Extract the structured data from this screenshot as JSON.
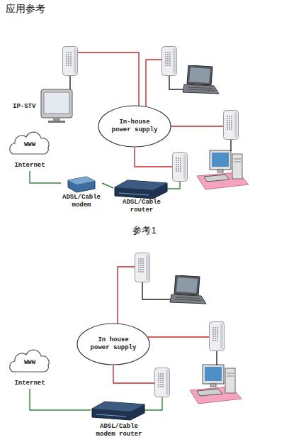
{
  "diagram": {
    "title": "应用参考",
    "caption": "参考1",
    "nodes": [
      {
        "text": [
          "IP-STV"
        ]
      },
      {
        "text": [
          "In-house power supply"
        ]
      },
      {
        "text": [
          "WWW",
          "Internet"
        ]
      },
      {
        "text": [
          "ADSL/Cable modem"
        ]
      },
      {
        "text": [
          "ADSL/Cable router"
        ]
      },
      {
        "text": [
          "In house power supply"
        ]
      },
      {
        "text": [
          "WWW",
          "Internet"
        ]
      },
      {
        "text": [
          "ADSL/Cable modem router"
        ]
      }
    ],
    "edges": [
      {
        "from": 2,
        "to": 3,
        "arrow": "none"
      },
      {
        "from": 3,
        "to": 4,
        "arrow": "none"
      },
      {
        "from": 6,
        "to": 7,
        "arrow": "none"
      }
    ]
  }
}
